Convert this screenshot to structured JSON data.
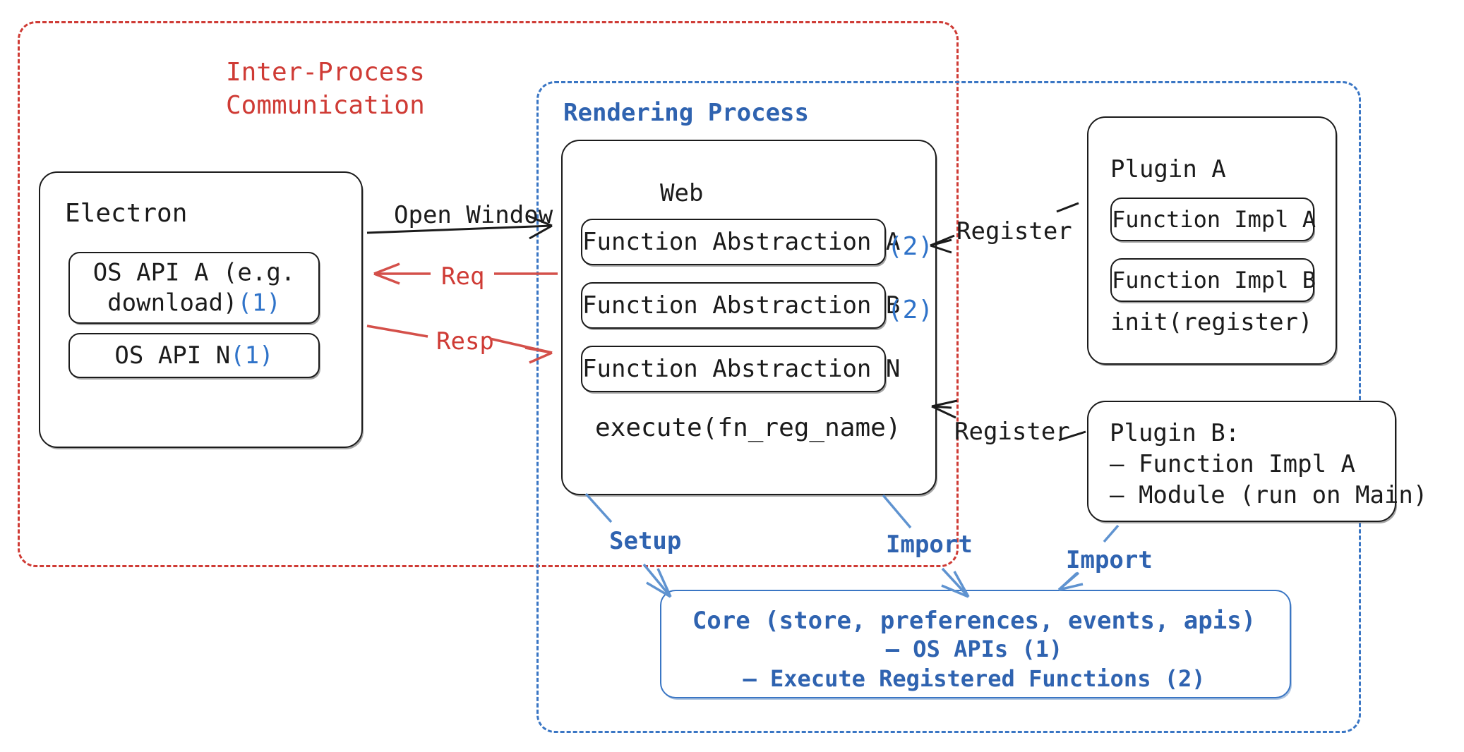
{
  "diagram": {
    "title_ipc": "Inter-Process\nCommunication",
    "title_rendering": "Rendering Process",
    "colors": {
      "ipc_red": "#cf3b35",
      "process_blue": "#3a76c4",
      "number_blue": "#2f73c9",
      "ink_black": "#1b1b1b"
    }
  },
  "electron": {
    "title": "Electron",
    "apis": [
      {
        "label": "OS API A (e.g.\ndownload)",
        "tag": "(1)"
      },
      {
        "label": "OS API N",
        "tag": "(1)"
      }
    ]
  },
  "web": {
    "title": "Web",
    "abstractions": [
      {
        "label": "Function Abstraction A",
        "tag": "(2)"
      },
      {
        "label": "Function Abstraction B",
        "tag": "(2)"
      },
      {
        "label": "Function Abstraction N",
        "tag": ""
      }
    ],
    "footer": "execute(fn_reg_name)"
  },
  "plugin_a": {
    "title": "Plugin A",
    "impls": [
      "Function Impl A",
      "Function Impl B"
    ],
    "footer": "init(register)"
  },
  "plugin_b": {
    "title": "Plugin B:",
    "lines": [
      "– Function Impl A",
      "– Module (run on Main)"
    ]
  },
  "core": {
    "line1": "Core (store, preferences, events, apis)",
    "line2": "– OS APIs (1)",
    "line3": "– Execute Registered Functions (2)"
  },
  "edges": {
    "open_window": "Open Window",
    "req": "Req",
    "resp": "Resp",
    "register_top": "Register",
    "register_bottom": "Register",
    "setup": "Setup",
    "import_web": "Import",
    "import_plugin": "Import"
  }
}
